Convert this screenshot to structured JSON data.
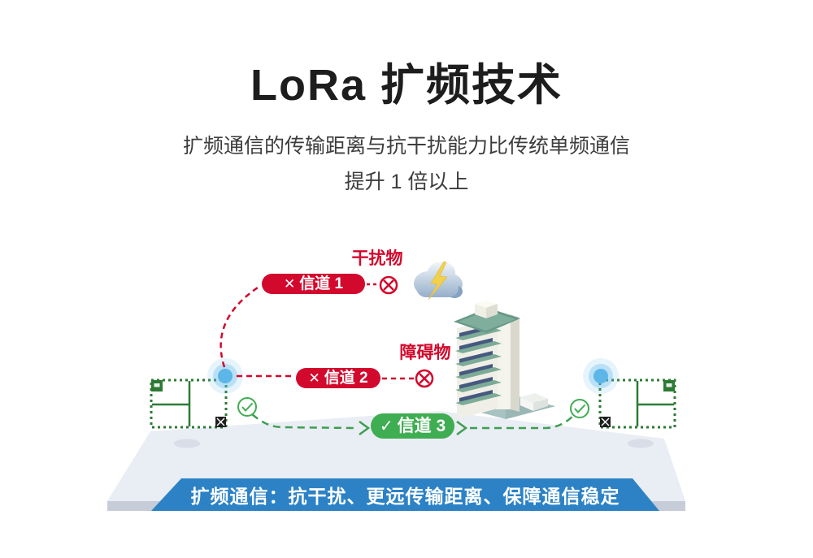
{
  "header": {
    "title": "LoRa 扩频技术",
    "subtitle_line1": "扩频通信的传输距离与抗干扰能力比传统单频通信",
    "subtitle_line2": "提升 1 倍以上"
  },
  "diagram": {
    "interference_label": "干扰物",
    "obstacle_label": "障碍物",
    "channel1": {
      "icon": "✕",
      "label": "信道 1",
      "status": "blocked"
    },
    "channel2": {
      "icon": "✕",
      "label": "信道 2",
      "status": "blocked"
    },
    "channel3": {
      "icon": "✓",
      "label": "信道 3",
      "status": "ok"
    }
  },
  "banner": {
    "text": "扩频通信：抗干扰、更远传输距离、保障通信稳定"
  },
  "colors": {
    "blocked_red": "#d2092d",
    "ok_green": "#3fad51",
    "banner_blue": "#2c82c5",
    "pcb_green": "#2c7a34",
    "signal_blue": "#5cb6e8",
    "platform_gray": "#e9edf4"
  }
}
